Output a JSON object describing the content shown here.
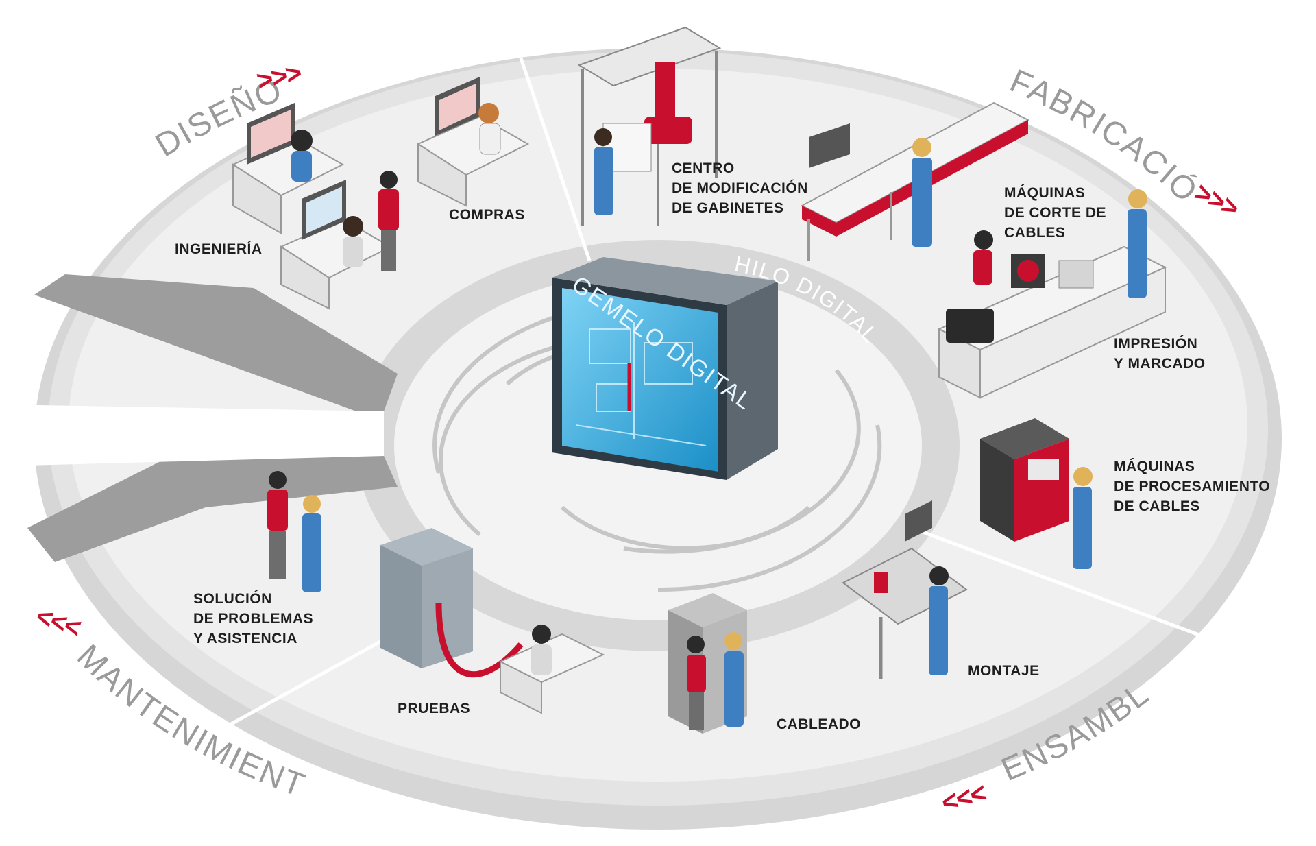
{
  "phases": {
    "design": {
      "label": "DISEÑO",
      "arrows": ">>>"
    },
    "manufacturing": {
      "label": "FABRICACIÓN",
      "arrows": ">>>"
    },
    "assembly": {
      "label": "ENSAMBLE",
      "arrows": "<<<"
    },
    "maintenance": {
      "label": "MANTENIMIENTO",
      "arrows": "<<<"
    }
  },
  "core": {
    "ring_label": "HILO DIGITAL",
    "twin_label": "GEMELO DIGITAL"
  },
  "stations": {
    "engineering": [
      "INGENIERÍA"
    ],
    "purchasing": [
      "COMPRAS"
    ],
    "cabinet_center": [
      "CENTRO",
      "DE MODIFICACIÓN",
      "DE GABINETES"
    ],
    "cable_cutting": [
      "MÁQUINAS",
      "DE CORTE DE",
      "CABLES"
    ],
    "printing": [
      "IMPRESIÓN",
      "Y MARCADO"
    ],
    "cable_processing": [
      "MÁQUINAS",
      "DE PROCESAMIENTO",
      "DE CABLES"
    ],
    "assembly": [
      "MONTAJE"
    ],
    "wiring": [
      "CABLEADO"
    ],
    "testing": [
      "PRUEBAS"
    ],
    "troubleshooting": [
      "SOLUCIÓN",
      "DE PROBLEMAS",
      "Y ASISTENCIA"
    ]
  },
  "colors": {
    "accent": "#c8102e",
    "phase_text": "#9a9a9a",
    "ring_outer": "#d9d9d9",
    "floor": "#efefef",
    "twin_glass": "#39b4e6",
    "worker_blue": "#3d7fc0"
  }
}
